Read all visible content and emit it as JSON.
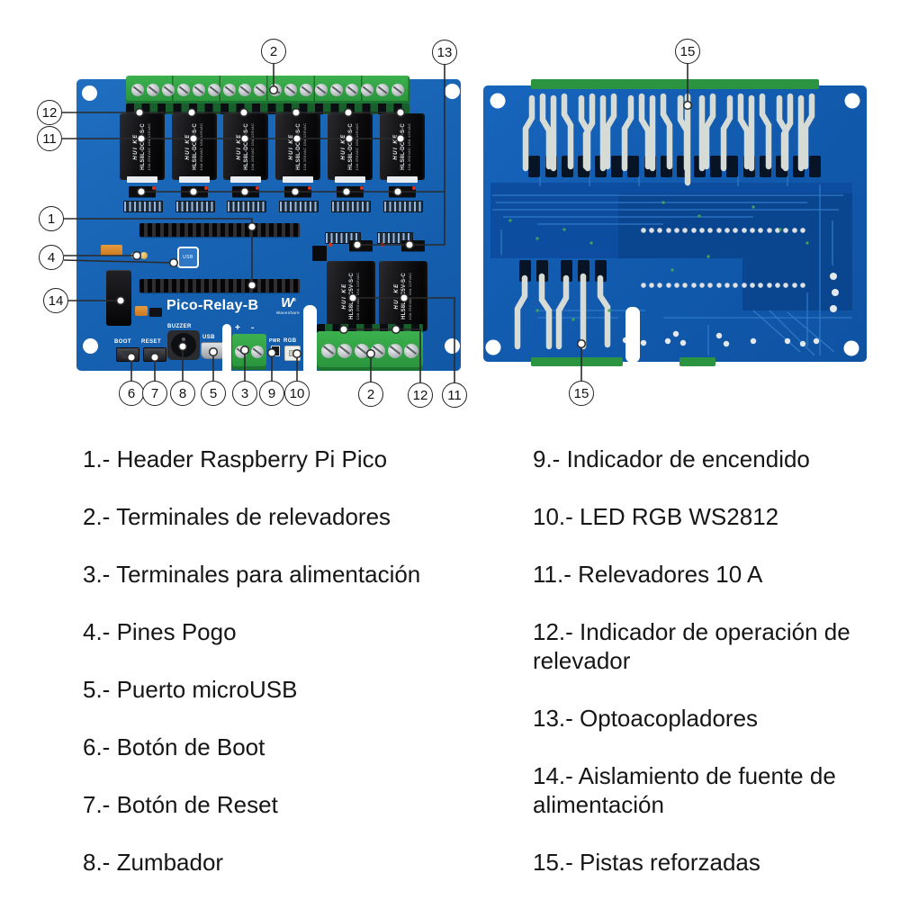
{
  "colors": {
    "pcb_front_blue": "#1863b4",
    "pcb_back_blue": "#115aad",
    "pcb_dark_region": "#0a458f",
    "terminal_green": "#2a9440",
    "relay_black": "#0d0d0f",
    "reinforced_trace_silver": "#d7dbd6",
    "leader_line": "#2b2b2b",
    "legend_text": "#161616"
  },
  "board_front": {
    "name": "Pico-Relay-B",
    "logo": {
      "w": "W",
      "reg": "®",
      "text": "Waveshare"
    },
    "labels": {
      "buzzer": "BUZZER",
      "usb_port": "USB",
      "boot": "BOOT",
      "reset": "RESET",
      "pwr": "PWR",
      "rgb": "RGB",
      "plus": "+",
      "minus": "-",
      "usb_box": "USB"
    },
    "relay": {
      "brand": "HUI KE",
      "model": "HLS8L-DC5V-S-C",
      "rating": "10A 250VAC 15A 125VAC"
    }
  },
  "callouts": [
    "2",
    "13",
    "15",
    "12",
    "11",
    "1",
    "4",
    "14",
    "6",
    "7",
    "8",
    "5",
    "3",
    "9",
    "10",
    "2",
    "12",
    "11",
    "15"
  ],
  "legend": {
    "left": [
      "1.- Header Raspberry Pi Pico",
      "2.- Terminales de relevadores",
      "3.- Terminales para alimentación",
      "4.- Pines Pogo",
      "5.- Puerto microUSB",
      "6.- Botón de Boot",
      "7.- Botón de Reset",
      "8.- Zumbador"
    ],
    "right": [
      "9.- Indicador de encendido",
      "10.- LED RGB WS2812",
      "11.- Relevadores 10 A",
      "12.- Indicador de operación de relevador",
      "13.- Optoacopladores",
      "14.- Aislamiento de fuente de alimentación",
      "15.- Pistas reforzadas"
    ]
  }
}
